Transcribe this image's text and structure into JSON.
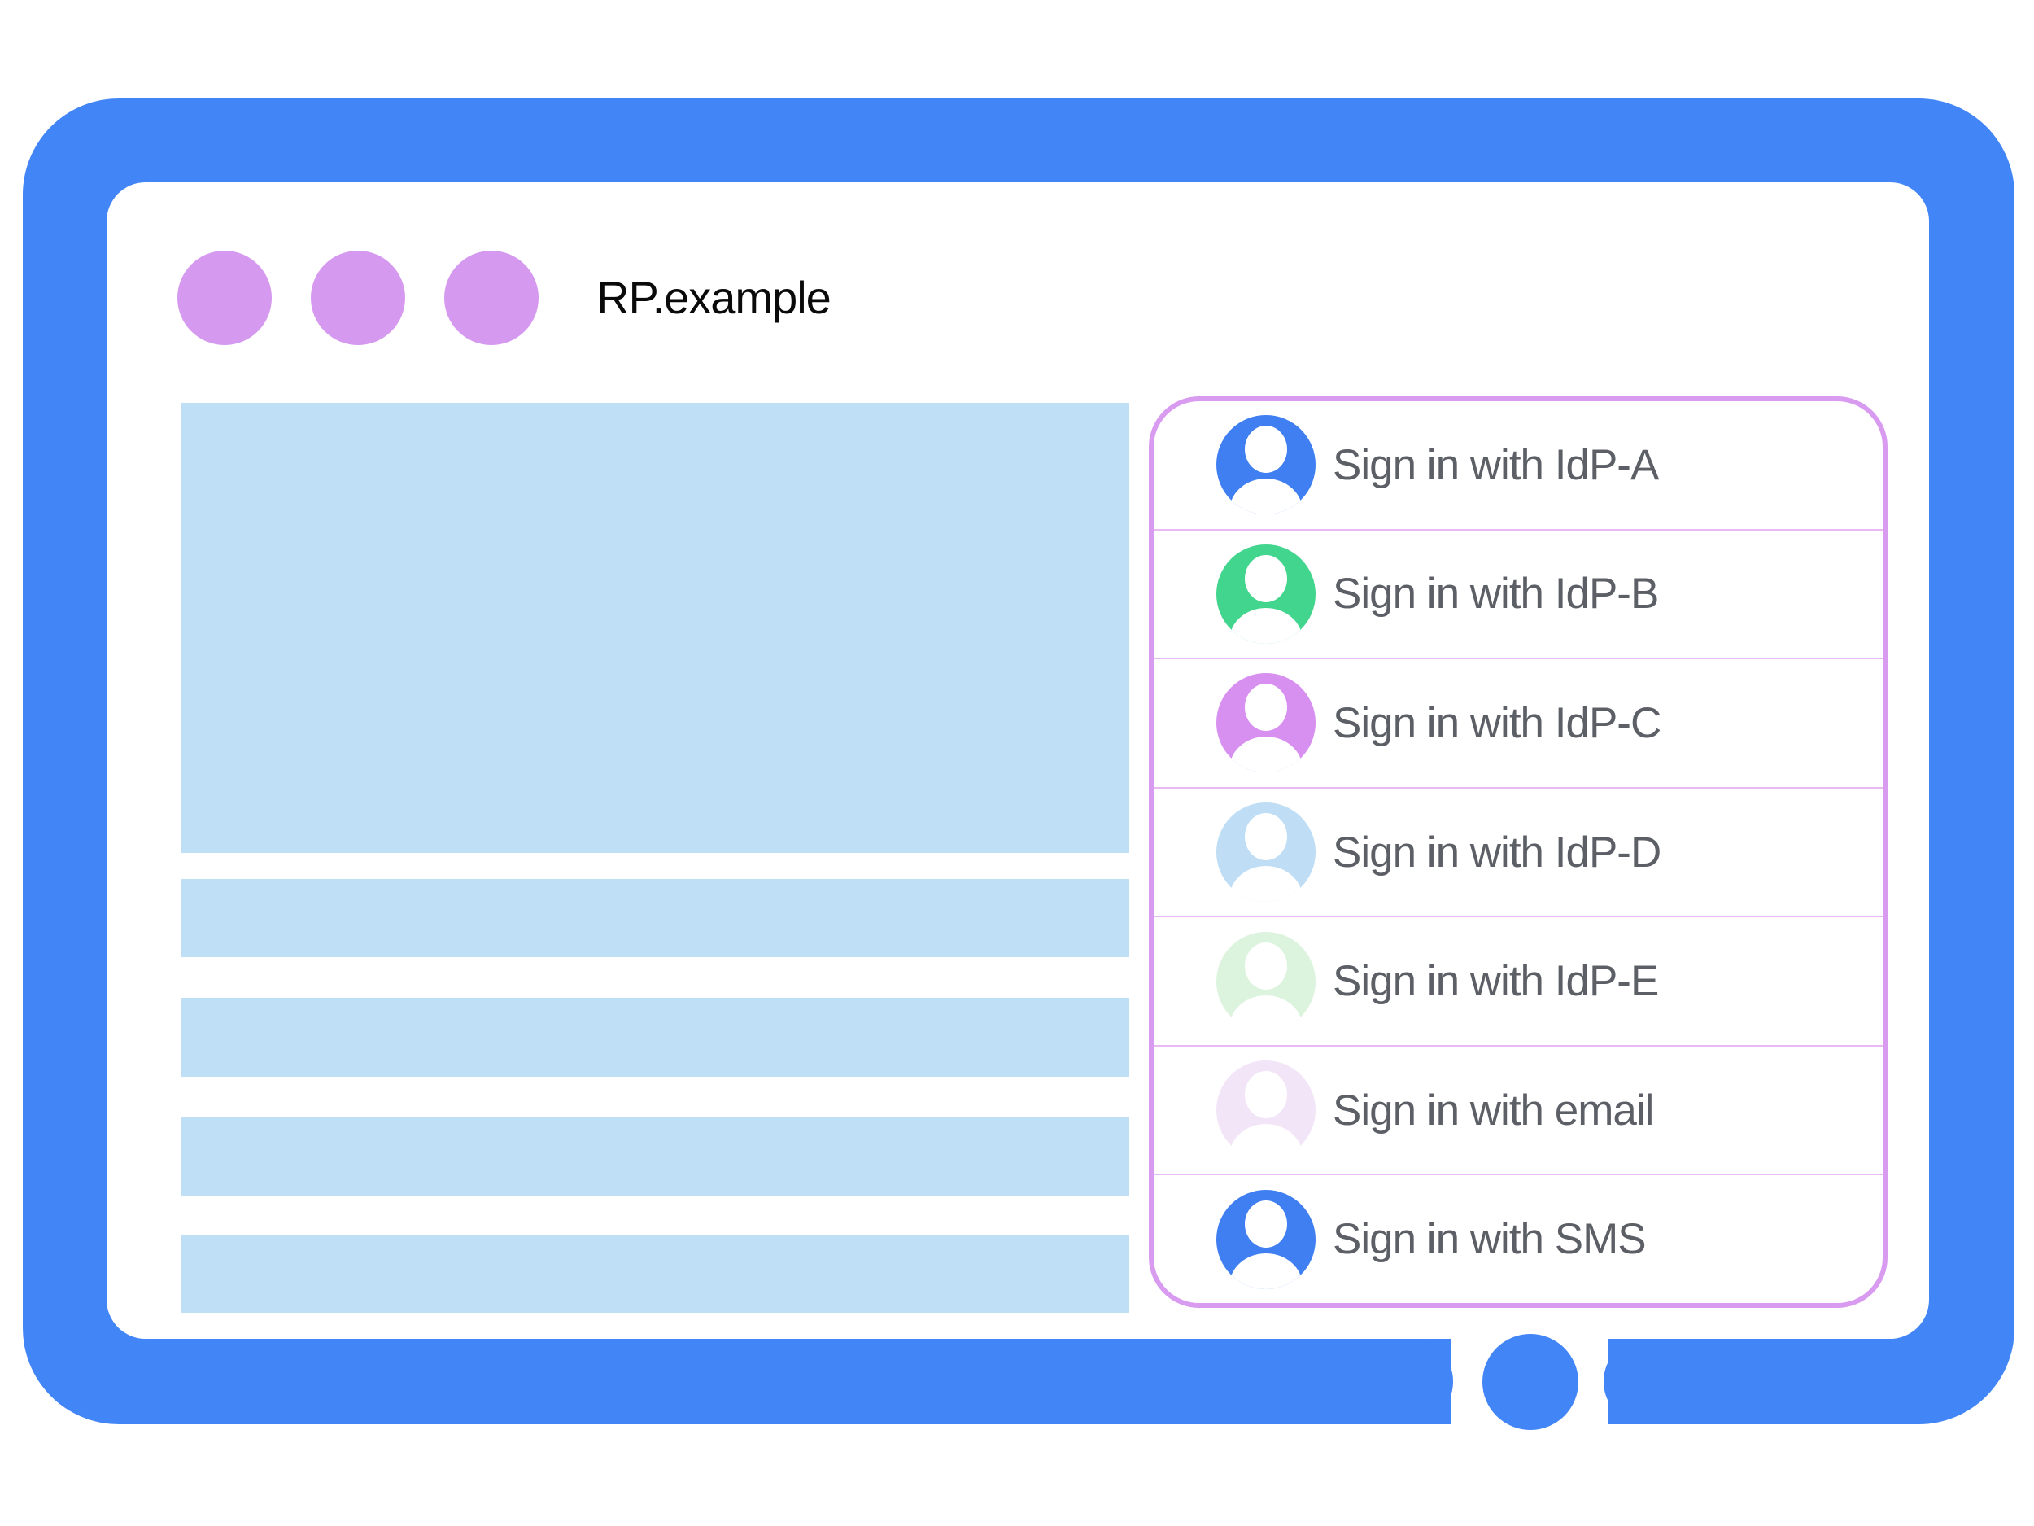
{
  "window": {
    "title": "RP.example"
  },
  "colors": {
    "frame_blue": "#4285f7",
    "window_dot": "#d699f0",
    "placeholder_blue": "#bedff5",
    "panel_border": "#d89bef",
    "panel_divider": "#e8bcf3",
    "option_text": "#5c6066",
    "title_text": "#0a0a0a"
  },
  "signin_panel": {
    "options": [
      {
        "label": "Sign in with IdP-A",
        "color": "#3f7ff1"
      },
      {
        "label": "Sign in with IdP-B",
        "color": "#42d58e"
      },
      {
        "label": "Sign in with IdP-C",
        "color": "#d78ff0"
      },
      {
        "label": "Sign in with IdP-D",
        "color": "#bfddf4"
      },
      {
        "label": "Sign in with IdP-E",
        "color": "#dcf3de"
      },
      {
        "label": "Sign in with email",
        "color": "#f2e5f8"
      },
      {
        "label": "Sign in with SMS",
        "color": "#3f7ff1"
      }
    ]
  }
}
